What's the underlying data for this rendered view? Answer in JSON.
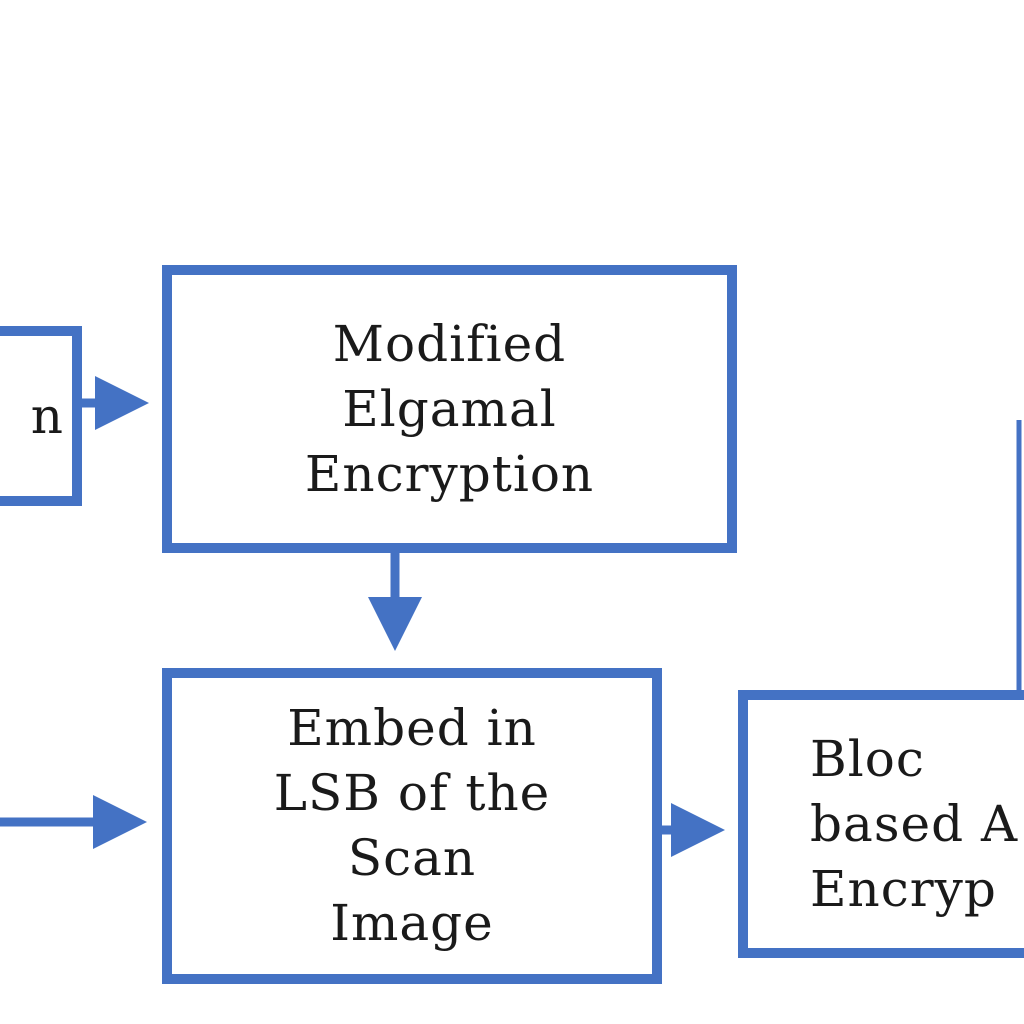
{
  "diagram": {
    "nodes": {
      "input": {
        "lines": [
          "n"
        ]
      },
      "elgamal": {
        "lines": [
          "Modified",
          "Elgamal",
          "Encryption"
        ]
      },
      "embed": {
        "lines": [
          "Embed in",
          "LSB of the",
          "Scan",
          "Image"
        ]
      },
      "aes": {
        "lines": [
          "Bloc",
          "based A",
          "Encryp"
        ]
      }
    },
    "edges": [
      {
        "from": "input",
        "to": "elgamal"
      },
      {
        "from": "elgamal",
        "to": "embed"
      },
      {
        "from": "offscreen-left",
        "to": "embed"
      },
      {
        "from": "embed",
        "to": "aes"
      },
      {
        "from": "aes",
        "to": "offscreen-top"
      }
    ],
    "colors": {
      "stroke": "#4472c4",
      "text": "#1a1a1a",
      "background": "#ffffff"
    }
  }
}
